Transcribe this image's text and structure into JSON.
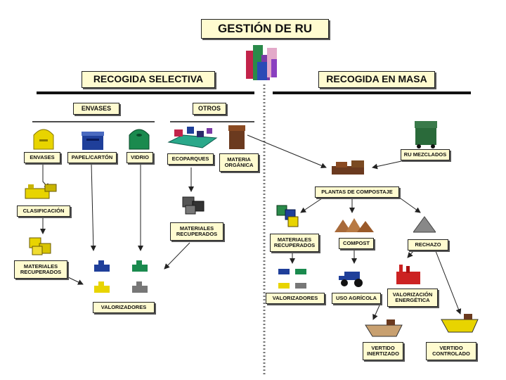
{
  "title": "GESTIÓN DE RU",
  "sections": {
    "selective": "RECOGIDA SELECTIVA",
    "mass": "RECOGIDA EN MASA"
  },
  "groups": {
    "envases": "ENVASES",
    "otros": "OTROS"
  },
  "nodes": {
    "envases": "ENVASES",
    "papel": "PAPEL/CARTÓN",
    "vidrio": "VIDRIO",
    "ecoparques": "ECOPARQUES",
    "materia_organica": "MATERIA ORGÁNICA",
    "clasificacion": "CLASIFICACIÓN",
    "mat_rec_left": "MATERIALES RECUPERADOS",
    "mat_rec_mid": "MATERIALES RECUPERADOS",
    "valorizadores_left": "VALORIZADORES",
    "ru_mezclados": "RU MEZCLADOS",
    "plantas": "PLANTAS DE COMPOSTAJE",
    "mat_rec_right": "MATERIALES RECUPERADOS",
    "compost": "COMPOST",
    "rechazo": "RECHAZO",
    "valorizadores_right": "VALORIZADORES",
    "uso_agricola": "USO AGRÍCOLA",
    "valorizacion": "VALORIZACIÓN ENERGÉTICA",
    "vertido_inertizado": "VERTIDO INERTIZADO",
    "vertido_controlado": "VERTIDO CONTROLADO"
  },
  "colors": {
    "label_fill": "#fffbd0",
    "yellow": "#e8d400",
    "blue": "#1f3f9a",
    "green": "#1a8a4e",
    "dark_green": "#2a6a3a",
    "brown": "#6b3a1f",
    "gray": "#6a6a6a",
    "red": "#c22"
  }
}
